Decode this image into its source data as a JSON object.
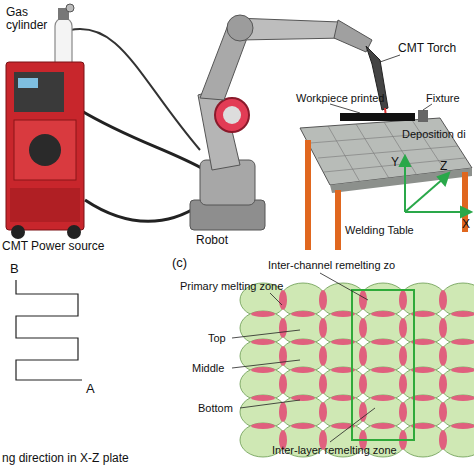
{
  "diagram": {
    "labels": [
      "Gas cylinder",
      "CMT Torch",
      "Workpiece printed",
      "Fixture",
      "Deposition di",
      "Robot",
      "Welding Table",
      "CMT Power source",
      "Y",
      "Z",
      "X",
      "B",
      "A",
      "ng direction in X-Z plate",
      "(c)",
      "Inter-channel remelting zo",
      "Primary melting zone",
      "Top",
      "Middle",
      "Bottom",
      "Inter-layer remelting zone"
    ]
  }
}
